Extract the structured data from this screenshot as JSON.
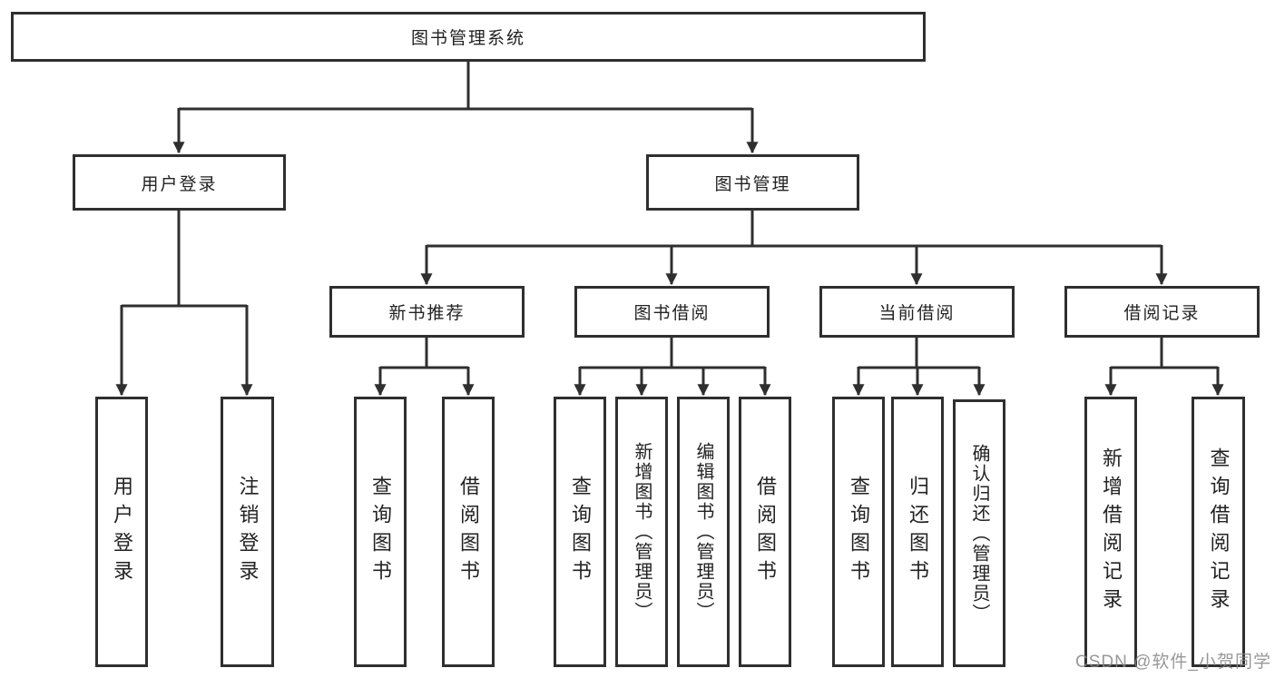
{
  "tree": {
    "root": "图书管理系统",
    "children": [
      {
        "label": "用户登录",
        "children": [
          {
            "label": "用户登录"
          },
          {
            "label": "注销登录"
          }
        ]
      },
      {
        "label": "图书管理",
        "children": [
          {
            "label": "新书推荐",
            "children": [
              {
                "label": "查询图书"
              },
              {
                "label": "借阅图书"
              }
            ]
          },
          {
            "label": "图书借阅",
            "children": [
              {
                "label": "查询图书"
              },
              {
                "label": "新增图书（管理员）"
              },
              {
                "label": "编辑图书（管理员）"
              },
              {
                "label": "借阅图书"
              }
            ]
          },
          {
            "label": "当前借阅",
            "children": [
              {
                "label": "查询图书"
              },
              {
                "label": "归还图书"
              },
              {
                "label": "确认归还（管理员）"
              }
            ]
          },
          {
            "label": "借阅记录",
            "children": [
              {
                "label": "新增借阅记录"
              },
              {
                "label": "查询借阅记录"
              }
            ]
          }
        ]
      }
    ]
  },
  "watermark": {
    "text": "CSDN @软件_小贺同学"
  },
  "colors": {
    "line": "#2f2f2f",
    "text": "#222222",
    "background": "#ffffff",
    "watermark": "#9c9c9c"
  }
}
